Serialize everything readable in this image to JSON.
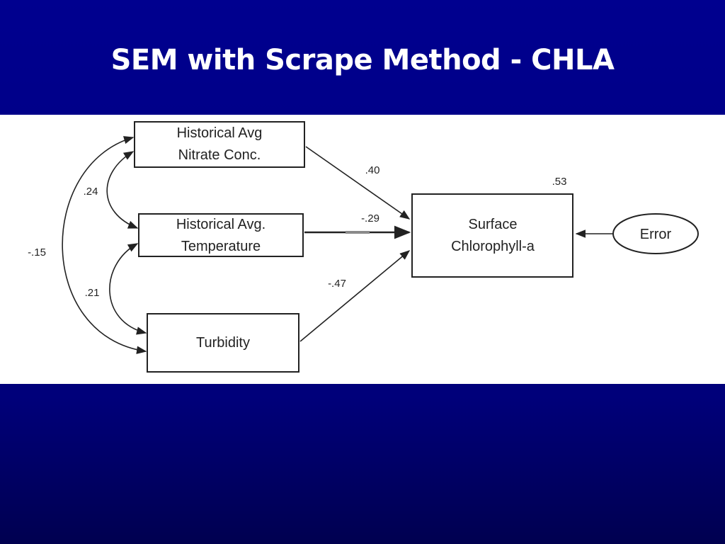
{
  "slide": {
    "title": "SEM with Scrape Method - CHLA"
  },
  "diagram": {
    "nodes": {
      "nitrate": {
        "line1": "Historical Avg",
        "line2": "Nitrate Conc."
      },
      "temperature": {
        "line1": "Historical Avg.",
        "line2": "Temperature"
      },
      "turbidity": {
        "label": "Turbidity"
      },
      "chlorophyll": {
        "line1": "Surface",
        "line2": "Chlorophyll-a",
        "r_squared": ".53"
      },
      "error": {
        "label": "Error"
      }
    },
    "paths": {
      "nitrate_to_chla": ".40",
      "temperature_to_chla": "-.29",
      "turbidity_to_chla": "-.47"
    },
    "correlations": {
      "nitrate_temperature": ".24",
      "temperature_turbidity": ".21",
      "nitrate_turbidity": "-.15"
    }
  }
}
